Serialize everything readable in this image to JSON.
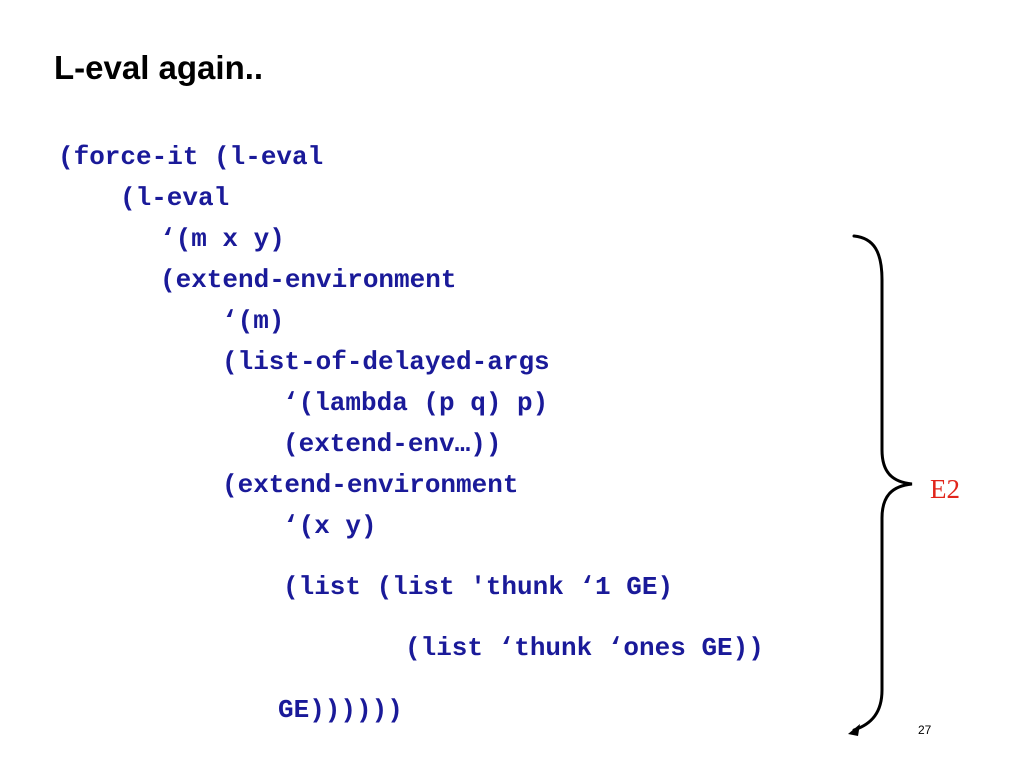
{
  "slide": {
    "title": "L-eval again..",
    "page_number": "27"
  },
  "code": {
    "lines": [
      "(force-it (l-eval",
      "(l-eval",
      "‘(m x y)",
      "(extend-environment",
      "‘(m)",
      "(list-of-delayed-args",
      "‘(lambda (p q) p)",
      "(extend-env…))",
      "(extend-environment",
      "‘(x y)",
      "(list (list 'thunk ‘1 GE)",
      "(list ‘thunk ‘ones GE))",
      "GE))))))"
    ]
  },
  "annotation": {
    "label": "E2"
  },
  "colors": {
    "code": "#1a1a99",
    "title": "#000000",
    "annotation": "#e1251b",
    "brace": "#000000"
  }
}
